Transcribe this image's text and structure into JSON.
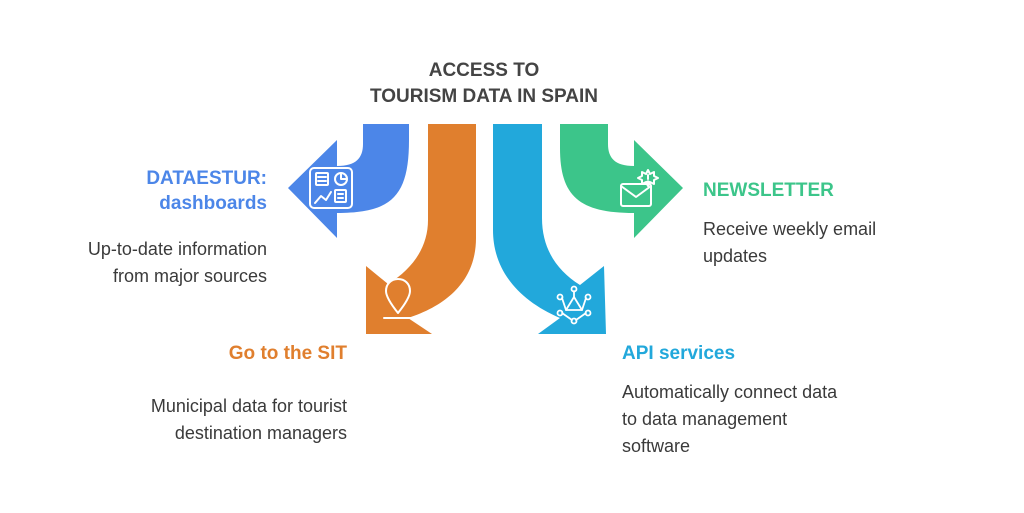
{
  "title": {
    "line1": "ACCESS TO",
    "line2": "TOURISM DATA IN SPAIN"
  },
  "colors": {
    "blue": "#4C86E8",
    "orange": "#E07F2E",
    "cyan": "#22A8DB",
    "green": "#3CC58A"
  },
  "items": [
    {
      "label1": "DATAESTUR:",
      "label2": "dashboards",
      "desc1": "Up-to-date information",
      "desc2": "from major sources",
      "icon": "dashboard-icon"
    },
    {
      "label1": "Go to the SIT",
      "desc1": "Municipal data for tourist",
      "desc2": "destination managers",
      "icon": "location-pin-icon"
    },
    {
      "label1": "API services",
      "desc1": "Automatically connect data",
      "desc2": "to data management",
      "desc3": "software",
      "icon": "network-icon"
    },
    {
      "label1": "NEWSLETTER",
      "desc1": "Receive weekly email",
      "desc2": "updates",
      "icon": "email-alert-icon"
    }
  ]
}
